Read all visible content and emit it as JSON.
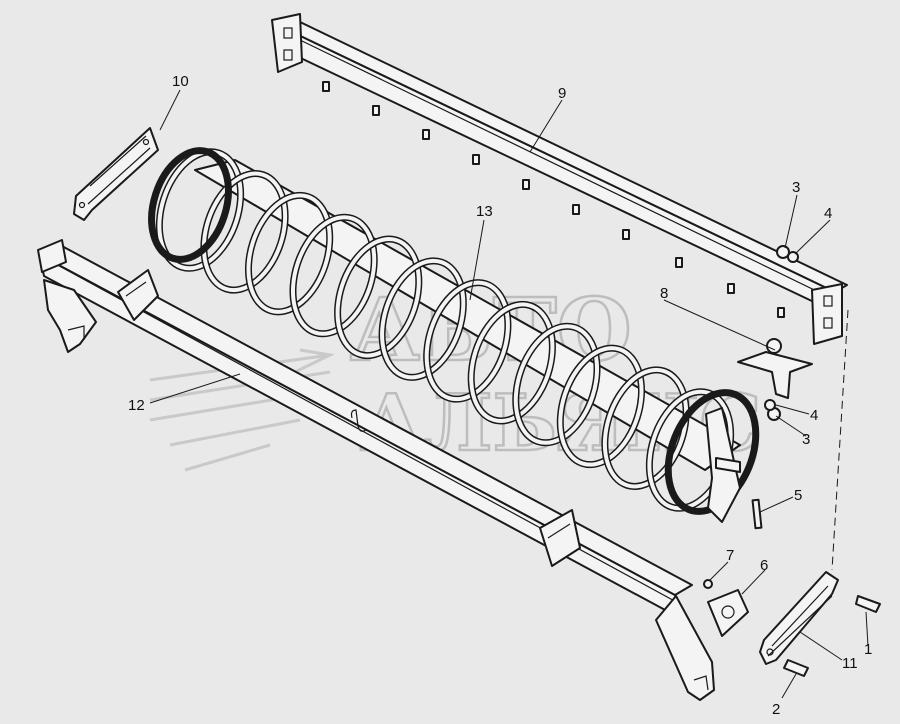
{
  "diagram": {
    "watermark": {
      "line1": "АВТО",
      "line2": "АЛЬЯНС"
    },
    "callouts": [
      {
        "id": "1",
        "label": "1"
      },
      {
        "id": "2",
        "label": "2"
      },
      {
        "id": "3a",
        "label": "3"
      },
      {
        "id": "3b",
        "label": "3"
      },
      {
        "id": "4a",
        "label": "4"
      },
      {
        "id": "4b",
        "label": "4"
      },
      {
        "id": "5",
        "label": "5"
      },
      {
        "id": "6",
        "label": "6"
      },
      {
        "id": "7",
        "label": "7"
      },
      {
        "id": "8",
        "label": "8"
      },
      {
        "id": "9",
        "label": "9"
      },
      {
        "id": "10",
        "label": "10"
      },
      {
        "id": "11",
        "label": "11"
      },
      {
        "id": "12",
        "label": "12"
      },
      {
        "id": "13",
        "label": "13"
      }
    ]
  }
}
